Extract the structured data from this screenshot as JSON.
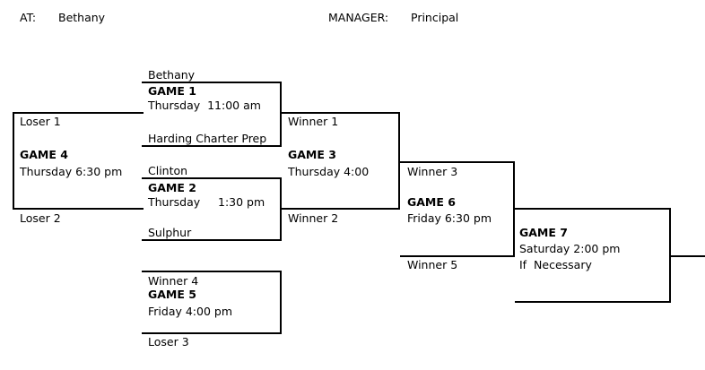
{
  "header": {
    "at_label": "AT:",
    "at_value": "Bethany",
    "manager_label": "MANAGER:",
    "manager_value": "Principal"
  },
  "game1": {
    "title": "GAME 1",
    "top_team": "Bethany",
    "time": "Thursday  11:00 am",
    "bottom_team": "Harding Charter Prep"
  },
  "game2": {
    "title": "GAME 2",
    "top_team": "Clinton",
    "time": "Thursday     1:30 pm",
    "bottom_team": "Sulphur"
  },
  "game3": {
    "title": "GAME 3",
    "top_team": "Winner 1",
    "time": "Thursday 4:00",
    "bottom_team": "Winner 2"
  },
  "game4": {
    "title": "GAME 4",
    "top_team": "Loser 1",
    "time": "Thursday 6:30 pm",
    "bottom_team": "Loser 2"
  },
  "game5": {
    "title": "GAME 5",
    "top_team": "Winner 4",
    "time": "Friday 4:00 pm",
    "bottom_team": "Loser 3"
  },
  "game6": {
    "title": "GAME 6",
    "top_team": "Winner 3",
    "time": "Friday 6:30 pm",
    "bottom_team": "Winner 5"
  },
  "game7": {
    "title": "GAME 7",
    "time": "Saturday 2:00 pm",
    "note": "If  Necessary"
  }
}
